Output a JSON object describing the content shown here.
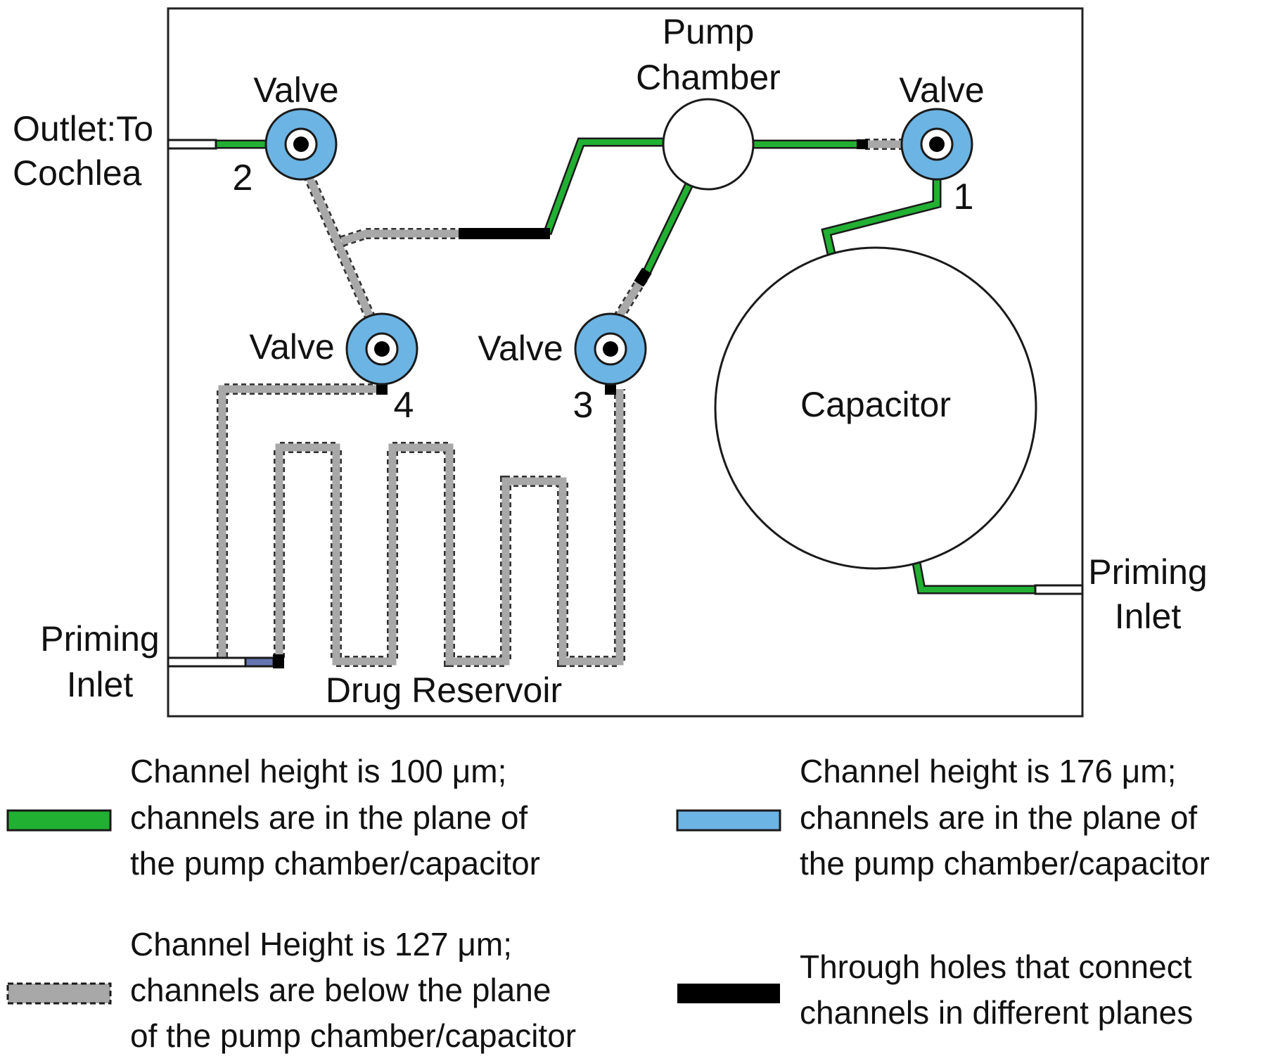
{
  "diagram": {
    "labels": {
      "outlet_line1": "Outlet:To",
      "outlet_line2": "Cochlea",
      "valve_2": "Valve",
      "valve_1": "Valve",
      "valve_4": "Valve",
      "valve_3": "Valve",
      "num_1": "1",
      "num_2": "2",
      "num_3": "3",
      "num_4": "4",
      "pump_line1": "Pump",
      "pump_line2": "Chamber",
      "capacitor": "Capacitor",
      "priming_right_line1": "Priming",
      "priming_right_line2": "Inlet",
      "priming_left_line1": "Priming",
      "priming_left_line2": "Inlet",
      "drug_reservoir": "Drug Reservoir"
    },
    "colors": {
      "green_channel": "#22b033",
      "blue_channel": "#6cb4e4",
      "gray_channel": "#a8a8a8",
      "through_hole": "#000000",
      "purple_segment": "#6674b2",
      "border": "#222222"
    }
  },
  "legend": {
    "green": {
      "line1": "Channel height is 100 μm;",
      "line2": "channels are in the plane of",
      "line3": "the pump chamber/capacitor"
    },
    "blue": {
      "line1": "Channel height is 176 μm;",
      "line2": "channels are in the plane of",
      "line3": "the pump chamber/capacitor"
    },
    "gray": {
      "line1": "Channel Height is 127 μm;",
      "line2": "channels are below the plane",
      "line3": "of the pump chamber/capacitor"
    },
    "black": {
      "line1": "Through holes that connect",
      "line2": "channels in different planes"
    }
  }
}
